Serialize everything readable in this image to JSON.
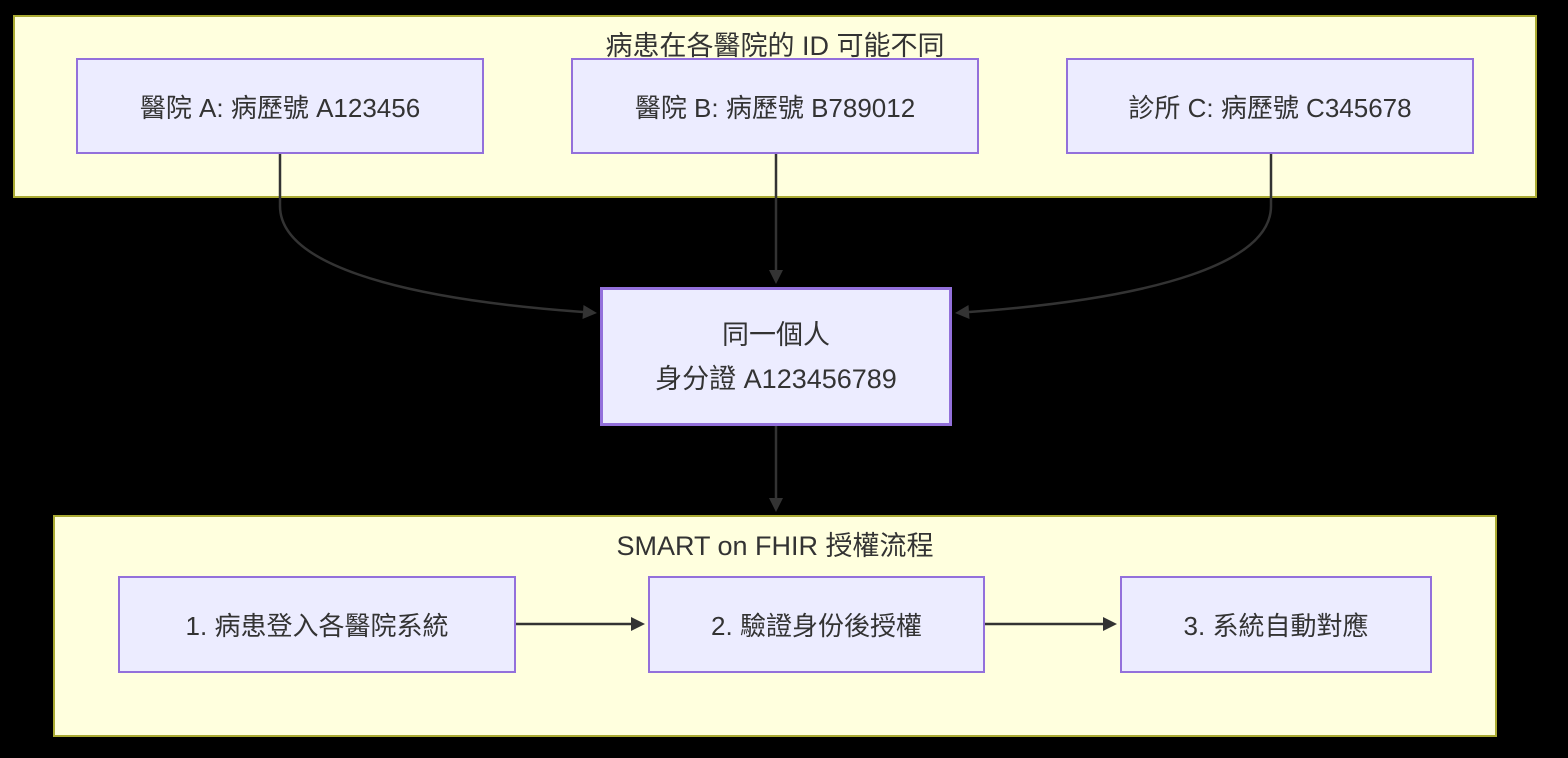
{
  "diagram": {
    "type": "flowchart",
    "colors": {
      "background": "#000000",
      "cluster_fill": "#ffffde",
      "cluster_border": "#aaaa33",
      "node_fill": "#ECECFF",
      "node_border": "#9370DB",
      "edge": "#333333",
      "text": "#333333"
    },
    "clusters": [
      {
        "id": "hospital-ids",
        "title": "病患在各醫院的 ID 可能不同"
      },
      {
        "id": "smart-on-fhir",
        "title": "SMART on FHIR 授權流程"
      }
    ],
    "nodes": {
      "hospital_a": {
        "label": "醫院 A: 病歷號 A123456"
      },
      "hospital_b": {
        "label": "醫院 B: 病歷號 B789012"
      },
      "clinic_c": {
        "label": "診所 C: 病歷號 C345678"
      },
      "person": {
        "line1": "同一個人",
        "line2": "身分證 A123456789"
      },
      "step1": {
        "label": "1. 病患登入各醫院系統"
      },
      "step2": {
        "label": "2. 驗證身份後授權"
      },
      "step3": {
        "label": "3. 系統自動對應"
      }
    },
    "edges": [
      {
        "from": "hospital_a",
        "to": "person"
      },
      {
        "from": "hospital_b",
        "to": "person"
      },
      {
        "from": "clinic_c",
        "to": "person"
      },
      {
        "from": "person",
        "to": "smart-on-fhir"
      },
      {
        "from": "step1",
        "to": "step2"
      },
      {
        "from": "step2",
        "to": "step3"
      }
    ]
  }
}
